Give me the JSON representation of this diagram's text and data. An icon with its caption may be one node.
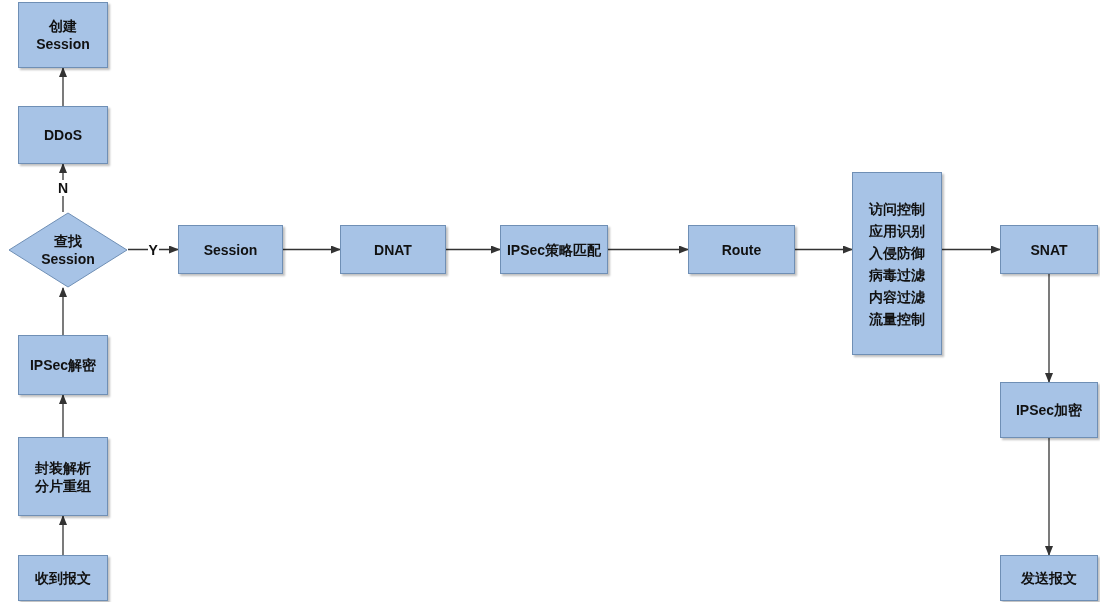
{
  "diagram": {
    "nodes": [
      {
        "text": [
          "创建 Session"
        ]
      },
      {
        "text": [
          "DDoS"
        ]
      },
      {
        "text": [
          "查找 Session"
        ]
      },
      {
        "text": [
          "Session"
        ]
      },
      {
        "text": [
          "DNAT"
        ]
      },
      {
        "text": [
          "IPSec策略匹配"
        ]
      },
      {
        "text": [
          "Route"
        ]
      },
      {
        "text": [
          "访问控制",
          "应用识别",
          "入侵防御",
          "病毒过滤",
          "内容过滤",
          "流量控制"
        ]
      },
      {
        "text": [
          "SNAT"
        ]
      },
      {
        "text": [
          "IPSec解密"
        ]
      },
      {
        "text": [
          "封装解析分片重组"
        ]
      },
      {
        "text": [
          "收到报文"
        ]
      },
      {
        "text": [
          "IPSec加密"
        ]
      },
      {
        "text": [
          "发送报文"
        ]
      }
    ],
    "edges": [
      {
        "from": 11,
        "to": 10,
        "arrow": "to"
      },
      {
        "from": 10,
        "to": 9,
        "arrow": "to"
      },
      {
        "from": 9,
        "to": 2,
        "arrow": "to"
      },
      {
        "from": 2,
        "to": 1,
        "arrow": "to",
        "label": "N"
      },
      {
        "from": 1,
        "to": 0,
        "arrow": "to"
      },
      {
        "from": 2,
        "to": 3,
        "arrow": "to",
        "label": "Y"
      },
      {
        "from": 3,
        "to": 4,
        "arrow": "to"
      },
      {
        "from": 4,
        "to": 5,
        "arrow": "to"
      },
      {
        "from": 5,
        "to": 6,
        "arrow": "to"
      },
      {
        "from": 6,
        "to": 7,
        "arrow": "to"
      },
      {
        "from": 7,
        "to": 8,
        "arrow": "to"
      },
      {
        "from": 8,
        "to": 12,
        "arrow": "to"
      },
      {
        "from": 12,
        "to": 13,
        "arrow": "to"
      }
    ]
  }
}
